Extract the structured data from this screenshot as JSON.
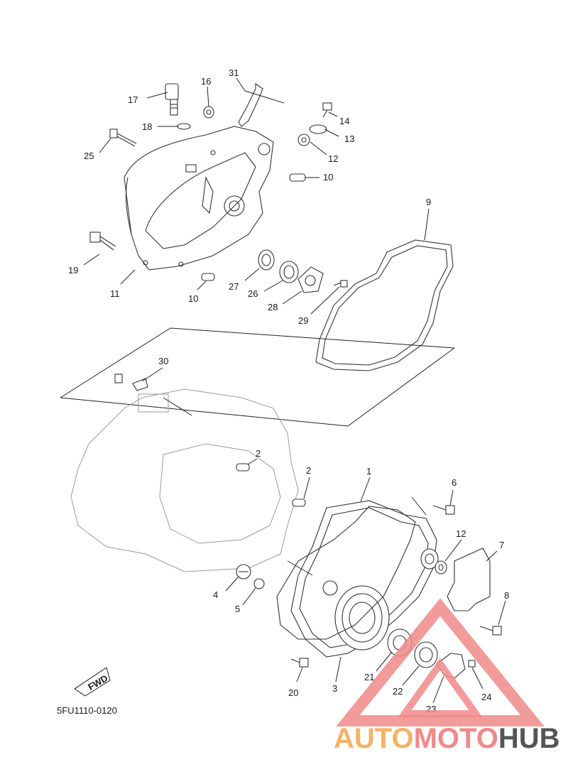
{
  "diagram_code": "5FU1110-0120",
  "fwd_label": "FWD",
  "watermark": {
    "part1": "AUTO",
    "part2": "MOTO",
    "part3": "HUB",
    "color1": "#f5b267",
    "color2": "#f08a8a",
    "color3": "#555555"
  },
  "callouts": [
    "1",
    "2",
    "2",
    "3",
    "4",
    "5",
    "6",
    "7",
    "8",
    "9",
    "10",
    "10",
    "11",
    "12",
    "12",
    "13",
    "14",
    "16",
    "17",
    "18",
    "19",
    "20",
    "21",
    "22",
    "23",
    "24",
    "25",
    "26",
    "27",
    "28",
    "29",
    "30",
    "31"
  ]
}
